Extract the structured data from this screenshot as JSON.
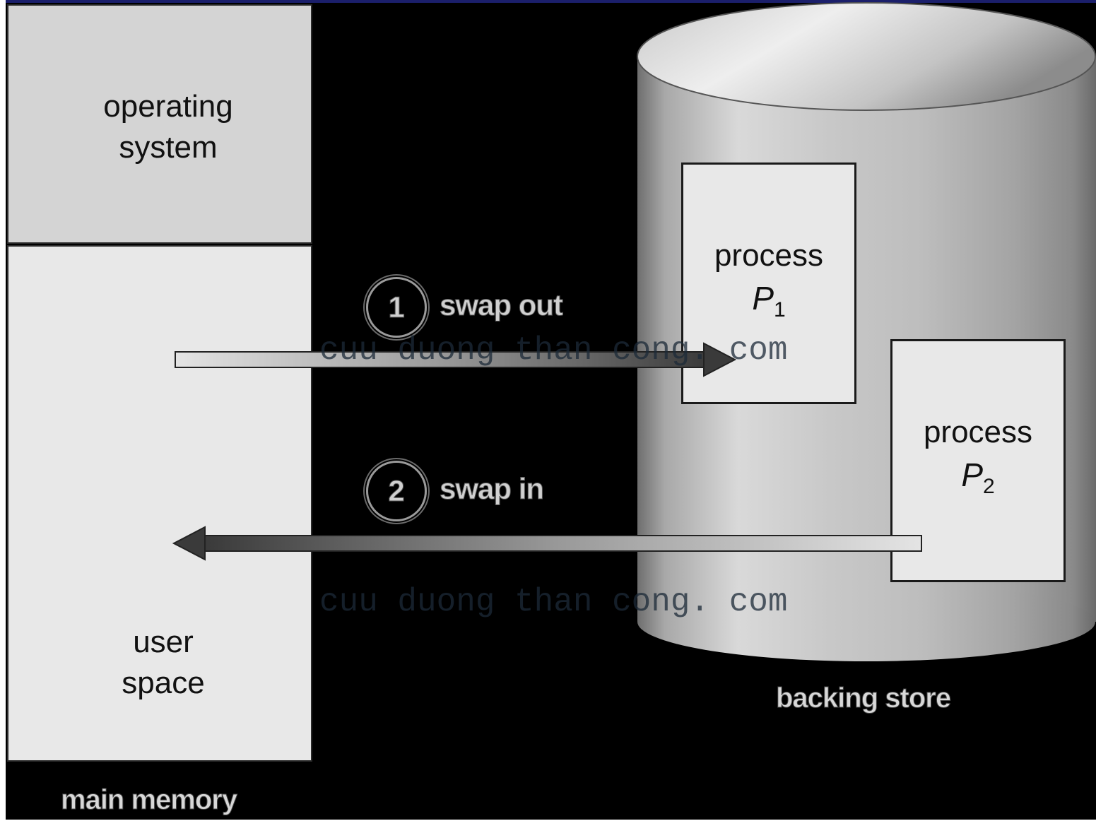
{
  "main_memory": {
    "os_line1": "operating",
    "os_line2": "system",
    "user_line1": "user",
    "user_line2": "space",
    "caption": "main memory"
  },
  "backing_store": {
    "caption": "backing store",
    "process1": {
      "word": "process",
      "name": "P",
      "sub": "1"
    },
    "process2": {
      "word": "process",
      "name": "P",
      "sub": "2"
    }
  },
  "steps": [
    {
      "number": "1",
      "label": "swap out"
    },
    {
      "number": "2",
      "label": "swap in"
    }
  ],
  "watermark": "cuu duong than cong. com",
  "colors": {
    "background": "#000000",
    "memory_os": "#d4d4d4",
    "memory_user": "#e8e8e8",
    "process_box": "#e8e8e8",
    "top_rule": "#1b1f6b"
  }
}
